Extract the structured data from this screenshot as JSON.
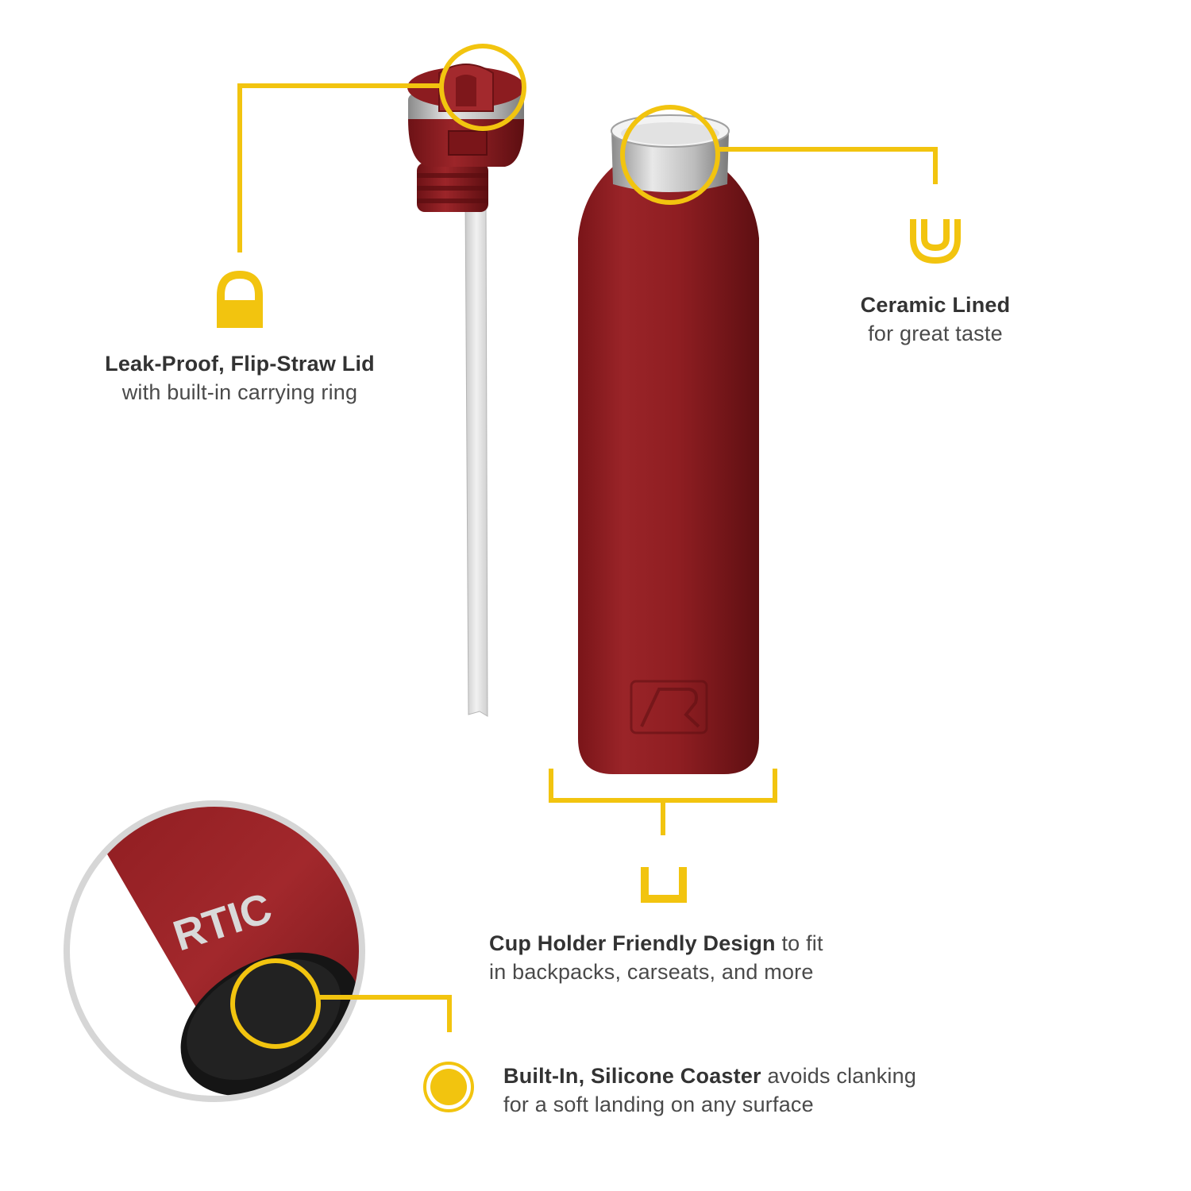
{
  "accent_color": "#F2C40F",
  "product_color": "#8E1B1F",
  "brand_logo_text": "RTIC",
  "features": {
    "lid": {
      "icon": "carry-ring-icon",
      "title": "Leak-Proof, Flip-Straw Lid",
      "subtitle": "with built-in carrying ring"
    },
    "ceramic": {
      "icon": "ceramic-cup-icon",
      "title": "Ceramic Lined",
      "subtitle": "for great taste"
    },
    "cup_holder": {
      "icon": "cup-holder-icon",
      "title": "Cup Holder Friendly Design",
      "title_suffix": " to fit",
      "subtitle": "in backpacks, carseats, and more"
    },
    "coaster": {
      "icon": "coaster-dot-icon",
      "title": "Built-In, Silicone Coaster",
      "title_suffix": " avoids clanking",
      "subtitle": "for a soft landing on any surface"
    }
  }
}
